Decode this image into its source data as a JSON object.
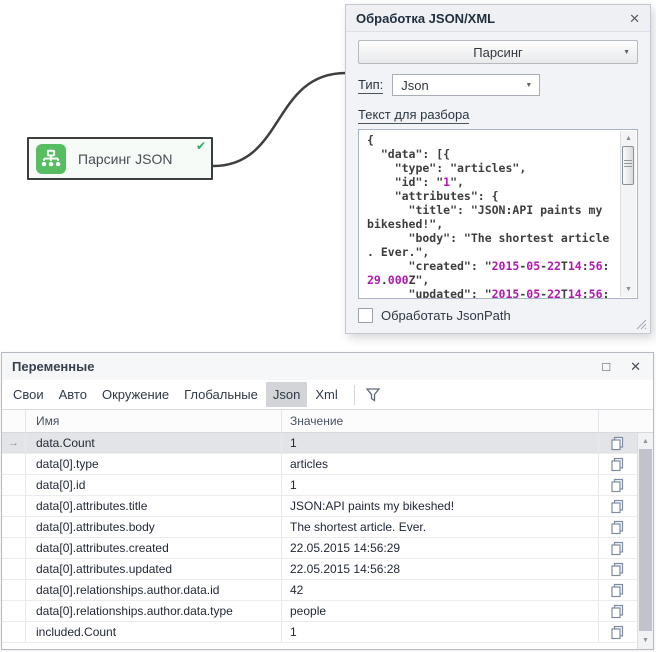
{
  "node": {
    "label": "Парсинг JSON",
    "status": "success"
  },
  "properties_panel": {
    "title": "Обработка JSON/XML",
    "action_dropdown": {
      "value": "Парсинг"
    },
    "type_label": "Тип:",
    "type_dropdown": {
      "value": "Json"
    },
    "text_label": "Текст для разбора",
    "json_text": "{\n  \"data\": [{\n    \"type\": \"articles\",\n    \"id\": \"1\",\n    \"attributes\": {\n      \"title\": \"JSON:API paints my\nbikeshed!\",\n      \"body\": \"The shortest article\n. Ever.\",\n      \"created\": \"2015-05-22T14:56:\n29.000Z\",\n      \"updated\": \"2015-05-22T14:56:",
    "jsonpath_checkbox": {
      "label": "Обработать JsonPath",
      "checked": false
    }
  },
  "variables_panel": {
    "title": "Переменные",
    "tabs": [
      {
        "label": "Свои",
        "selected": false
      },
      {
        "label": "Авто",
        "selected": false
      },
      {
        "label": "Окружение",
        "selected": false
      },
      {
        "label": "Глобальные",
        "selected": false
      },
      {
        "label": "Json",
        "selected": true
      },
      {
        "label": "Xml",
        "selected": false
      }
    ],
    "columns": [
      "Имя",
      "Значение"
    ],
    "rows": [
      {
        "name": "data.Count",
        "value": "1",
        "selected": true
      },
      {
        "name": "data[0].type",
        "value": "articles",
        "selected": false
      },
      {
        "name": "data[0].id",
        "value": "1",
        "selected": false
      },
      {
        "name": "data[0].attributes.title",
        "value": "JSON:API paints my bikeshed!",
        "selected": false
      },
      {
        "name": "data[0].attributes.body",
        "value": "The shortest article. Ever.",
        "selected": false
      },
      {
        "name": "data[0].attributes.created",
        "value": "22.05.2015 14:56:29",
        "selected": false
      },
      {
        "name": "data[0].attributes.updated",
        "value": "22.05.2015 14:56:28",
        "selected": false
      },
      {
        "name": "data[0].relationships.author.data.id",
        "value": "42",
        "selected": false
      },
      {
        "name": "data[0].relationships.author.data.type",
        "value": "people",
        "selected": false
      },
      {
        "name": "included.Count",
        "value": "1",
        "selected": false
      }
    ]
  },
  "icons": {
    "close": "✕",
    "maximize": "□",
    "check": "✔",
    "dropdown_caret": "▼",
    "scroll_up": "▲",
    "scroll_down": "▼",
    "row_arrow": "→"
  },
  "colors": {
    "node_icon_green": "#57bd61",
    "check_green": "#27ae60",
    "code_number_magenta": "#b118b1",
    "selected_row": "#e3e4e7",
    "selected_tab": "#d2d4d8"
  }
}
